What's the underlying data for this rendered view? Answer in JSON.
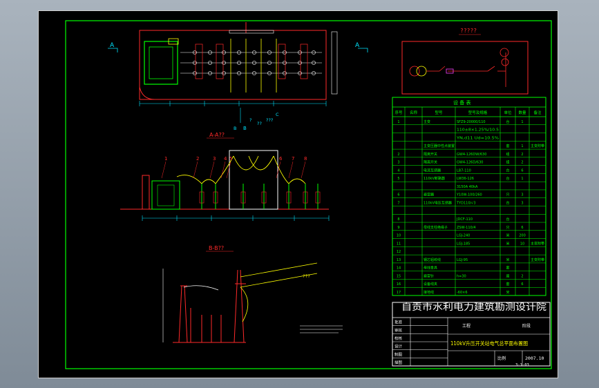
{
  "window": {
    "title": ""
  },
  "section_labels": {
    "a_left": "A",
    "a_right": "A",
    "b_bottom": "B",
    "aa_title": "A-A??",
    "bb_title": "B-B??",
    "mini_title": "?????"
  },
  "plan_callouts": [
    "B",
    "?",
    "??",
    "???",
    "C"
  ],
  "aa_callouts": [
    "1",
    "2",
    "3",
    "4",
    "5",
    "6",
    "7",
    "8"
  ],
  "table": {
    "title": "设 备 表",
    "headers": [
      "序号",
      "名称",
      "型号",
      "型号及规格",
      "单位",
      "数量",
      "备注"
    ],
    "rows": [
      [
        "1",
        "",
        "主变",
        "SFZ9-20000/110",
        "台",
        "1",
        ""
      ],
      [
        "",
        "",
        "",
        "110±8×1.25%/10.5",
        "",
        "",
        ""
      ],
      [
        "",
        "",
        "",
        "YN,d11  Ud=10.5%",
        "",
        "",
        ""
      ],
      [
        "",
        "",
        "主变压器中性点装置",
        "",
        "套",
        "1",
        "主变附带"
      ],
      [
        "2",
        "",
        "隔离开关",
        "GW4-126DW/630",
        "组",
        "2",
        ""
      ],
      [
        "3",
        "",
        "隔离开关",
        "GW4-126D/630",
        "组",
        "2",
        ""
      ],
      [
        "4",
        "",
        "电流互感器",
        "LB7-110",
        "台",
        "6",
        ""
      ],
      [
        "5",
        "",
        "110kV断路器",
        "LW36-126",
        "台",
        "1",
        ""
      ],
      [
        "",
        "",
        "",
        "3150A 40kA",
        "",
        "",
        ""
      ],
      [
        "6",
        "",
        "避雷器",
        "Y10W-100/260",
        "只",
        "3",
        ""
      ],
      [
        "7",
        "",
        "110kV电压互感器",
        "TYD110/√3",
        "台",
        "3",
        ""
      ],
      [
        "",
        "",
        "",
        "",
        "",
        "",
        ""
      ],
      [
        "8",
        "",
        "",
        "JDCF-110",
        "台",
        "",
        ""
      ],
      [
        "9",
        "",
        "母线支柱绝缘子",
        "ZSW-110/4",
        "只",
        "6",
        ""
      ],
      [
        "10",
        "",
        "",
        "LGJ-240",
        "米",
        "200",
        ""
      ],
      [
        "11",
        "",
        "",
        "LGJ-185",
        "米",
        "10",
        "主变附带"
      ],
      [
        "12",
        "",
        "",
        "",
        "",
        "",
        ""
      ],
      [
        "13",
        "",
        "钢芯铝绞线",
        "LGJ-95",
        "米",
        "",
        "主变附带"
      ],
      [
        "14",
        "",
        "母线金具",
        "",
        "套",
        "",
        ""
      ],
      [
        "15",
        "",
        "避雷针",
        "h=30",
        "座",
        "2",
        ""
      ],
      [
        "16",
        "",
        "设备线夹",
        "",
        "套",
        "6",
        ""
      ],
      [
        "17",
        "",
        "接地线",
        "-60×6",
        "米",
        "",
        ""
      ]
    ]
  },
  "title_block": {
    "company": "自贡市水利电力建筑勘测设计院",
    "drawing_title": "110kV升压开关站电气总平面布置图",
    "row_labels": [
      "批准",
      "审核",
      "校核",
      "设计",
      "制图",
      "描图"
    ],
    "discipline": "工程",
    "phase": "阶段",
    "scale": "比例",
    "date": "2007.10",
    "number": "3-1-03"
  },
  "colors": {
    "red": "#ff2a2a",
    "green": "#00ff00",
    "yellow": "#ffff00",
    "cyan": "#00e5ff",
    "white": "#ffffff",
    "magenta": "#ff40ff"
  }
}
